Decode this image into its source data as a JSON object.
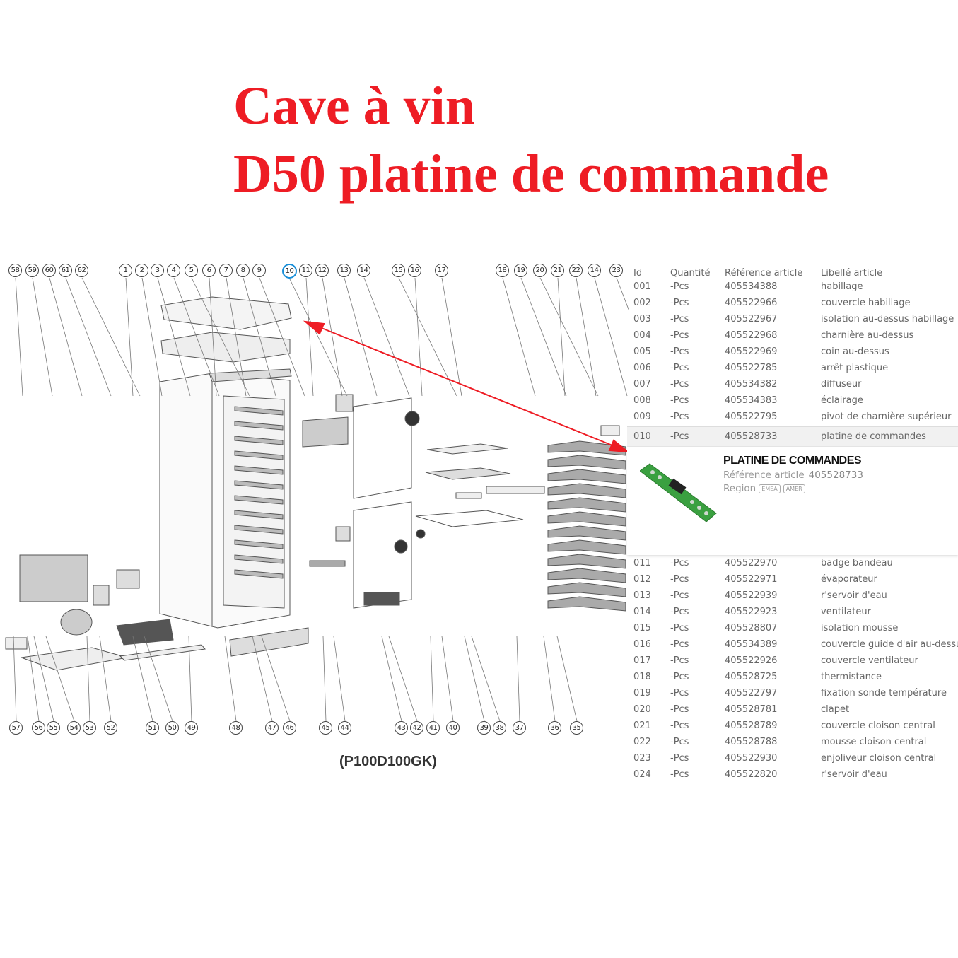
{
  "title": {
    "line1": "Cave à vin",
    "line2": "D50 platine de commande"
  },
  "diagram": {
    "caption": "(P100D100GK)",
    "selected_callout": "10",
    "top_callouts": [
      "58",
      "59",
      "60",
      "61",
      "62",
      "1",
      "2",
      "3",
      "4",
      "5",
      "6",
      "7",
      "8",
      "9",
      "10",
      "11",
      "12",
      "13",
      "14",
      "15",
      "16",
      "17",
      "18",
      "19",
      "20",
      "21",
      "22",
      "14",
      "23"
    ],
    "bottom_callouts": [
      "57",
      "56",
      "55",
      "54",
      "53",
      "52",
      "51",
      "50",
      "49",
      "48",
      "47",
      "46",
      "45",
      "44",
      "43",
      "42",
      "41",
      "40",
      "39",
      "38",
      "37",
      "36",
      "35"
    ],
    "arrow_color": "#ee1c24"
  },
  "table": {
    "headers": [
      "Id",
      "Quantité",
      "Référence article",
      "Libellé article"
    ],
    "rows_before": [
      [
        "001",
        "-Pcs",
        "405534388",
        "habillage"
      ],
      [
        "002",
        "-Pcs",
        "405522966",
        "couvercle habillage"
      ],
      [
        "003",
        "-Pcs",
        "405522967",
        "isolation au-dessus habillage"
      ],
      [
        "004",
        "-Pcs",
        "405522968",
        "charnière au-dessus"
      ],
      [
        "005",
        "-Pcs",
        "405522969",
        "coin au-dessus"
      ],
      [
        "006",
        "-Pcs",
        "405522785",
        "arrêt plastique"
      ],
      [
        "007",
        "-Pcs",
        "405534382",
        "diffuseur"
      ],
      [
        "008",
        "-Pcs",
        "405534383",
        "éclairage"
      ],
      [
        "009",
        "-Pcs",
        "405522795",
        "pivot de charnière supérieur"
      ]
    ],
    "selected": [
      "010",
      "-Pcs",
      "405528733",
      "platine de commandes"
    ],
    "popup": {
      "name": "PLATINE DE COMMANDES",
      "ref_label": "Référence article",
      "ref": "405528733",
      "region_label": "Region",
      "regions": [
        "EMEA",
        "AMER"
      ]
    },
    "rows_after": [
      [
        "011",
        "-Pcs",
        "405522970",
        "badge bandeau"
      ],
      [
        "012",
        "-Pcs",
        "405522971",
        "évaporateur"
      ],
      [
        "013",
        "-Pcs",
        "405522939",
        "r'servoir d'eau"
      ],
      [
        "014",
        "-Pcs",
        "405522923",
        "ventilateur"
      ],
      [
        "015",
        "-Pcs",
        "405528807",
        "isolation mousse"
      ],
      [
        "016",
        "-Pcs",
        "405534389",
        "couvercle guide d'air au-dessus"
      ],
      [
        "017",
        "-Pcs",
        "405522926",
        "couvercle ventilateur"
      ],
      [
        "018",
        "-Pcs",
        "405528725",
        "thermistance"
      ],
      [
        "019",
        "-Pcs",
        "405522797",
        "fixation sonde température"
      ],
      [
        "020",
        "-Pcs",
        "405528781",
        "clapet"
      ],
      [
        "021",
        "-Pcs",
        "405528789",
        "couvercle cloison central"
      ],
      [
        "022",
        "-Pcs",
        "405528788",
        "mousse cloison central"
      ],
      [
        "023",
        "-Pcs",
        "405522930",
        "enjoliveur cloison central"
      ],
      [
        "024",
        "-Pcs",
        "405522820",
        "r'servoir d'eau"
      ]
    ]
  }
}
